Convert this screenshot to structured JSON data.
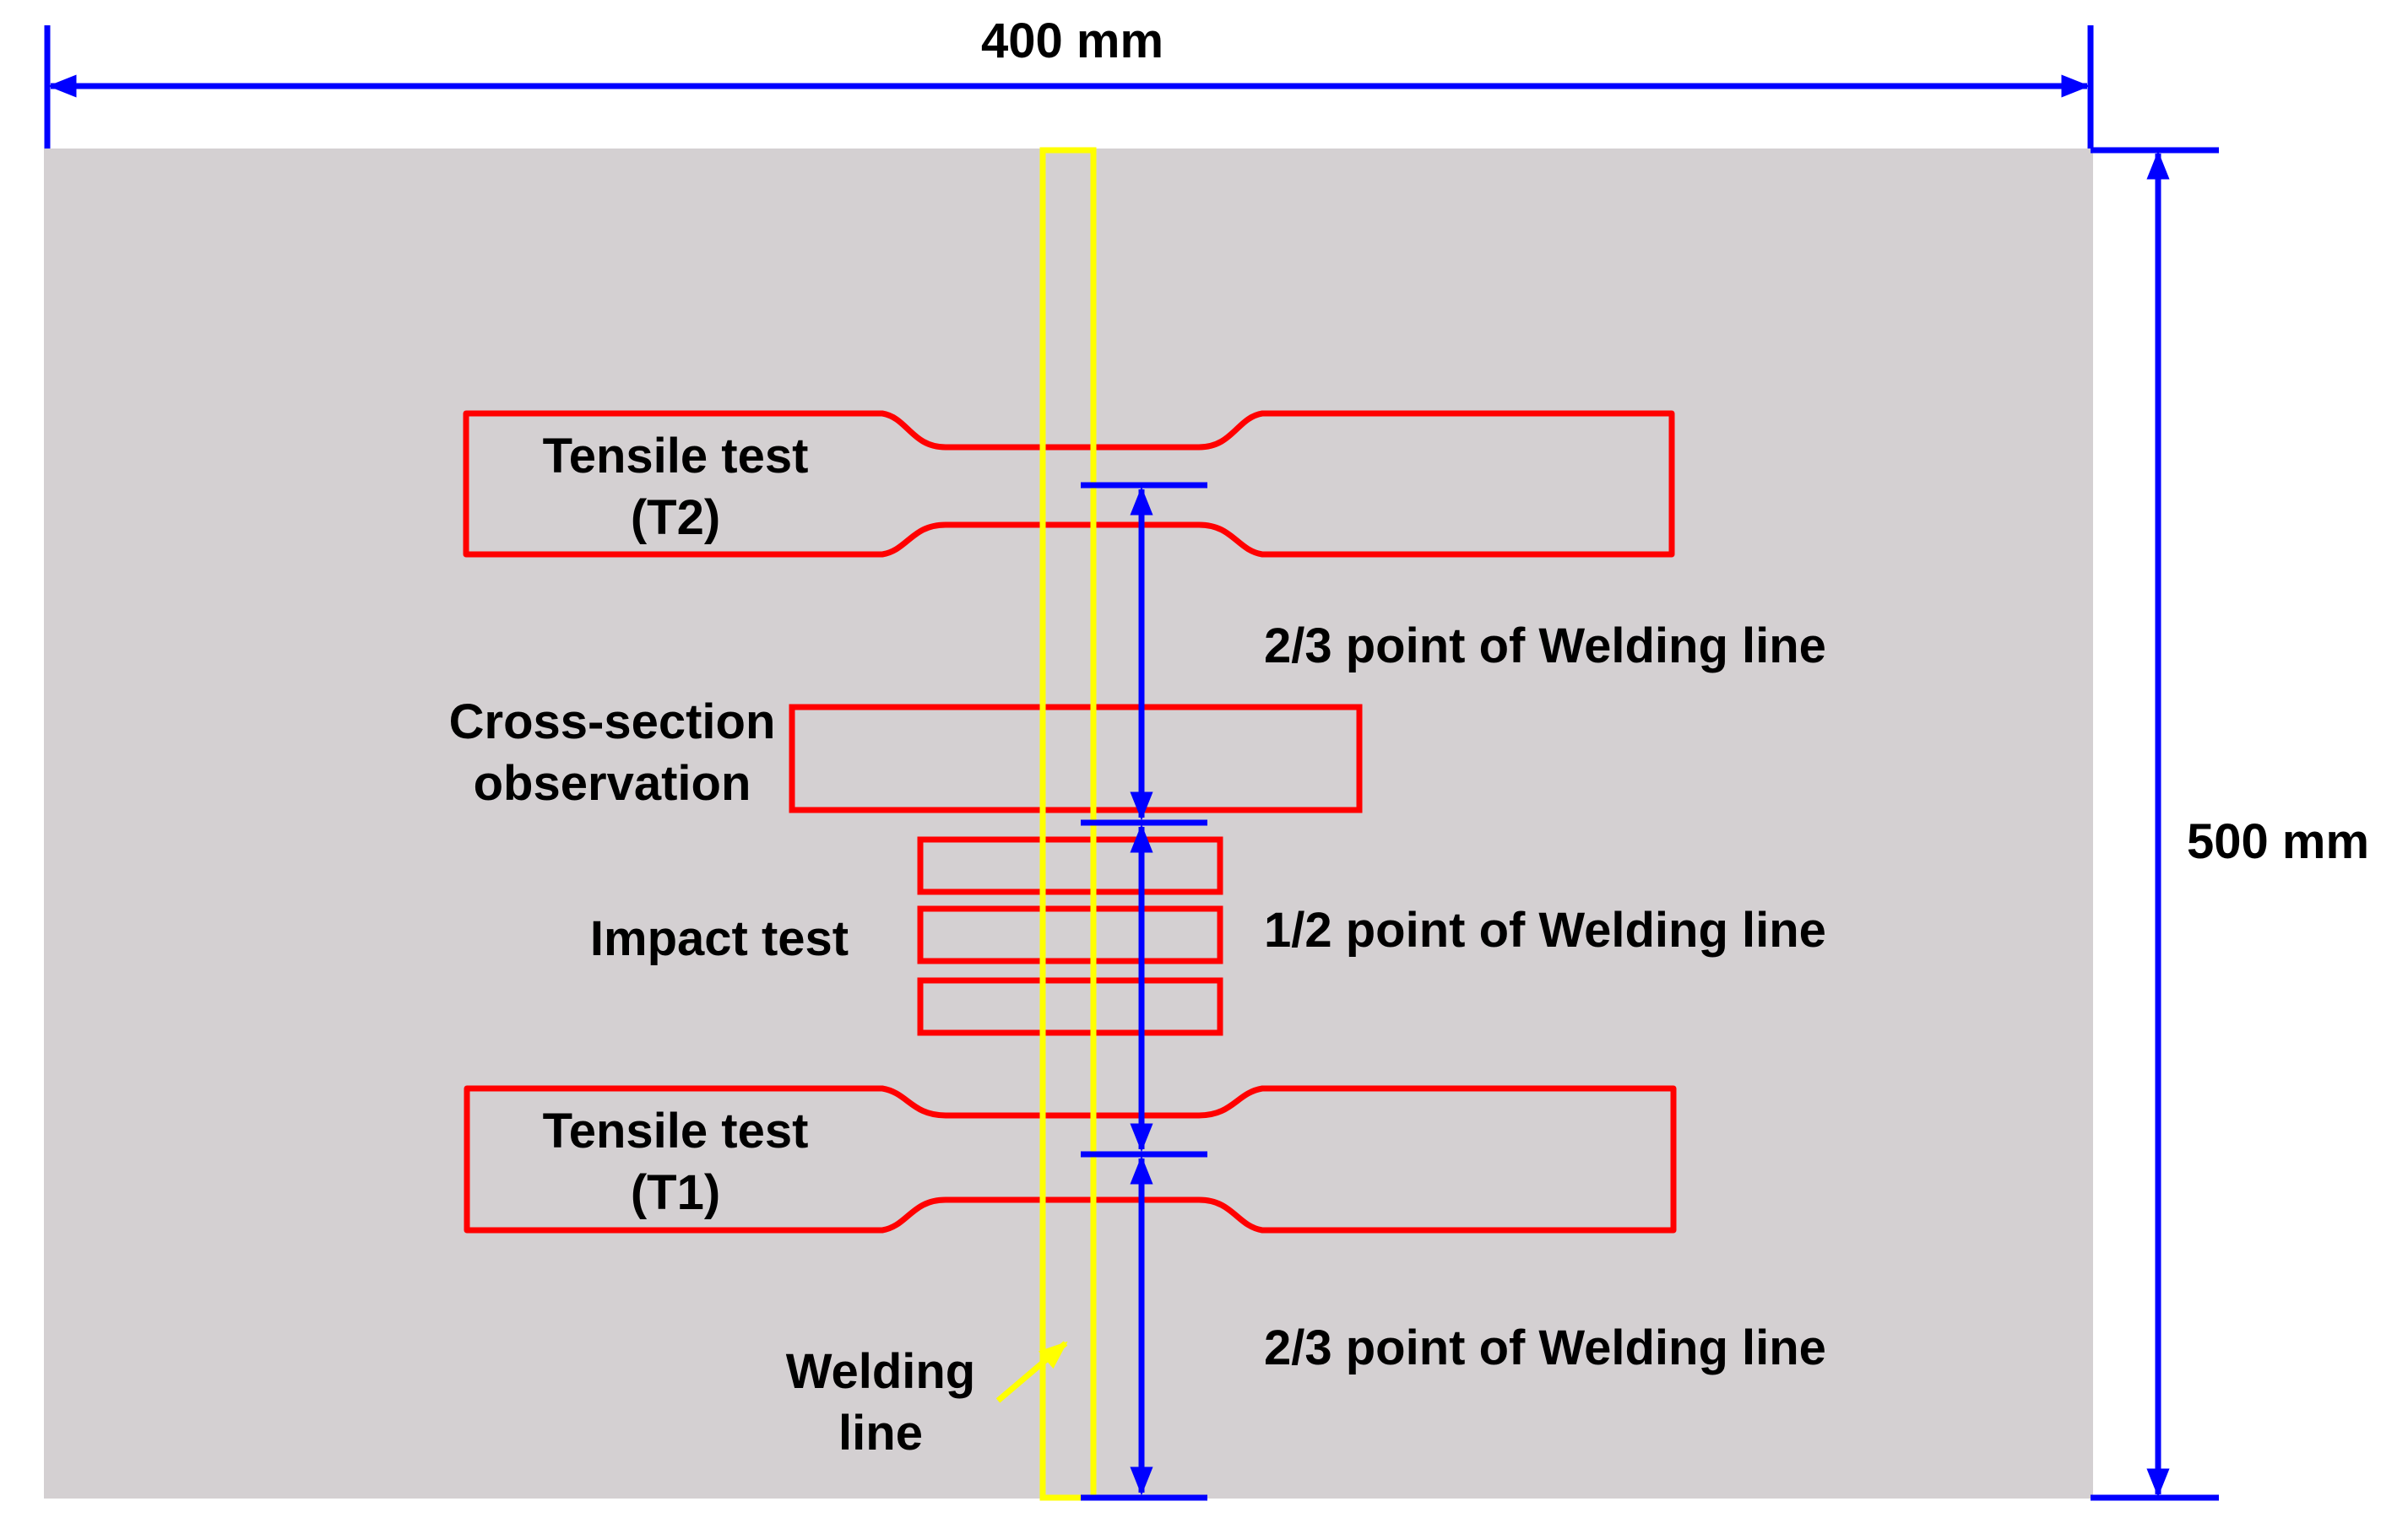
{
  "diagram": {
    "width_label": "400 mm",
    "height_label": "500 mm",
    "specimens": {
      "tensile_t2": {
        "line1": "Tensile test",
        "line2": "(T2)"
      },
      "cross_section": {
        "line1": "Cross-section",
        "line2": "observation"
      },
      "impact": {
        "label": "Impact test"
      },
      "tensile_t1": {
        "line1": "Tensile test",
        "line2": "(T1)"
      }
    },
    "welding_line": {
      "line1": "Welding",
      "line2": "line"
    },
    "points": {
      "upper": "2/3 point of Welding line",
      "middle": "1/2 point of Welding line",
      "lower": "2/3 point of Welding line"
    },
    "colors": {
      "plate": "#d4d0d2",
      "specimen": "#ff0000",
      "dimension": "#0000ff",
      "weld": "#ffff00",
      "text": "#000000"
    }
  }
}
